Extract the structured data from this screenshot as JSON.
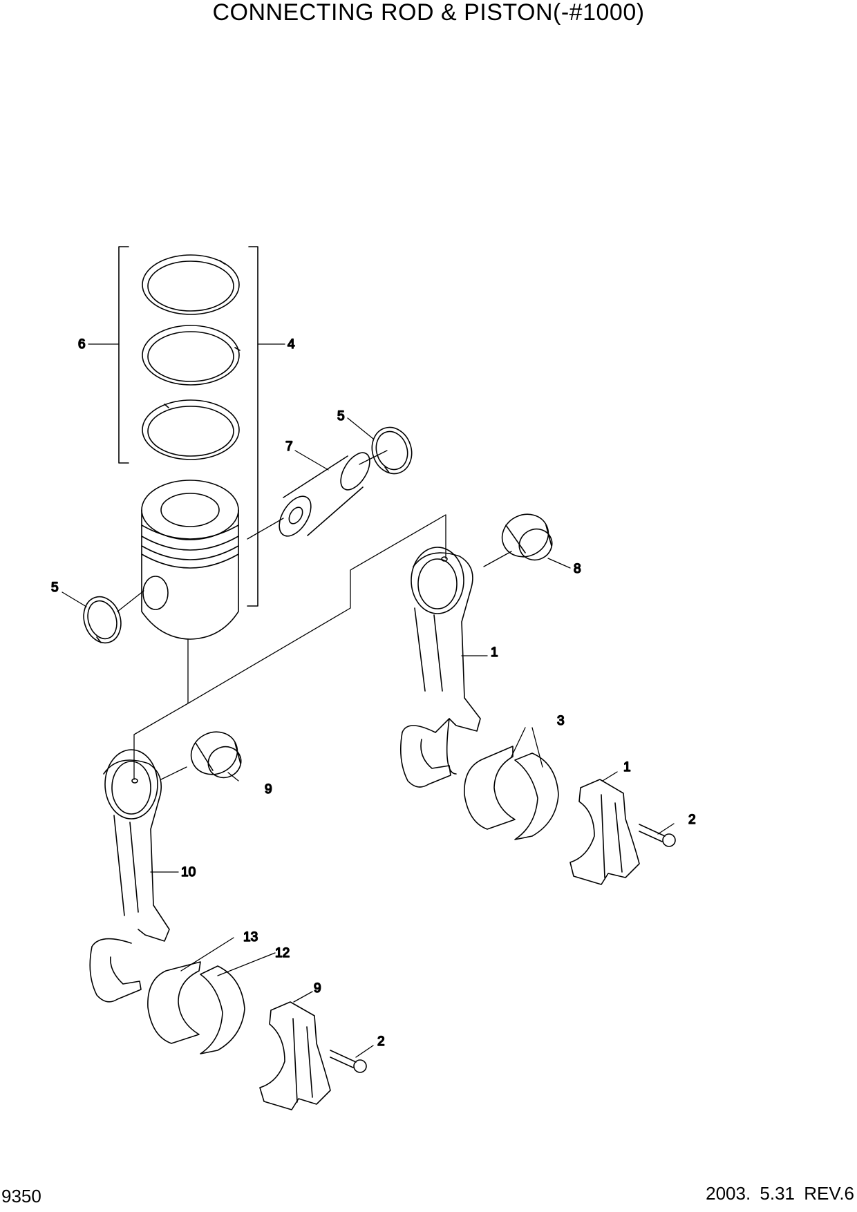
{
  "header": {
    "title": "CONNECTING ROD & PISTON(-#1000)"
  },
  "footer": {
    "page_number": "9350",
    "revision": "2003. 5.31  REV.6"
  },
  "callouts": {
    "c6": "6",
    "c4": "4",
    "c5a": "5",
    "c7": "7",
    "c5b": "5",
    "c8": "8",
    "c1a": "1",
    "c3": "3",
    "c1b": "1",
    "c2a": "2",
    "c9a": "9",
    "c10": "10",
    "c13": "13",
    "c12": "12",
    "c9b": "9",
    "c2b": "2"
  }
}
